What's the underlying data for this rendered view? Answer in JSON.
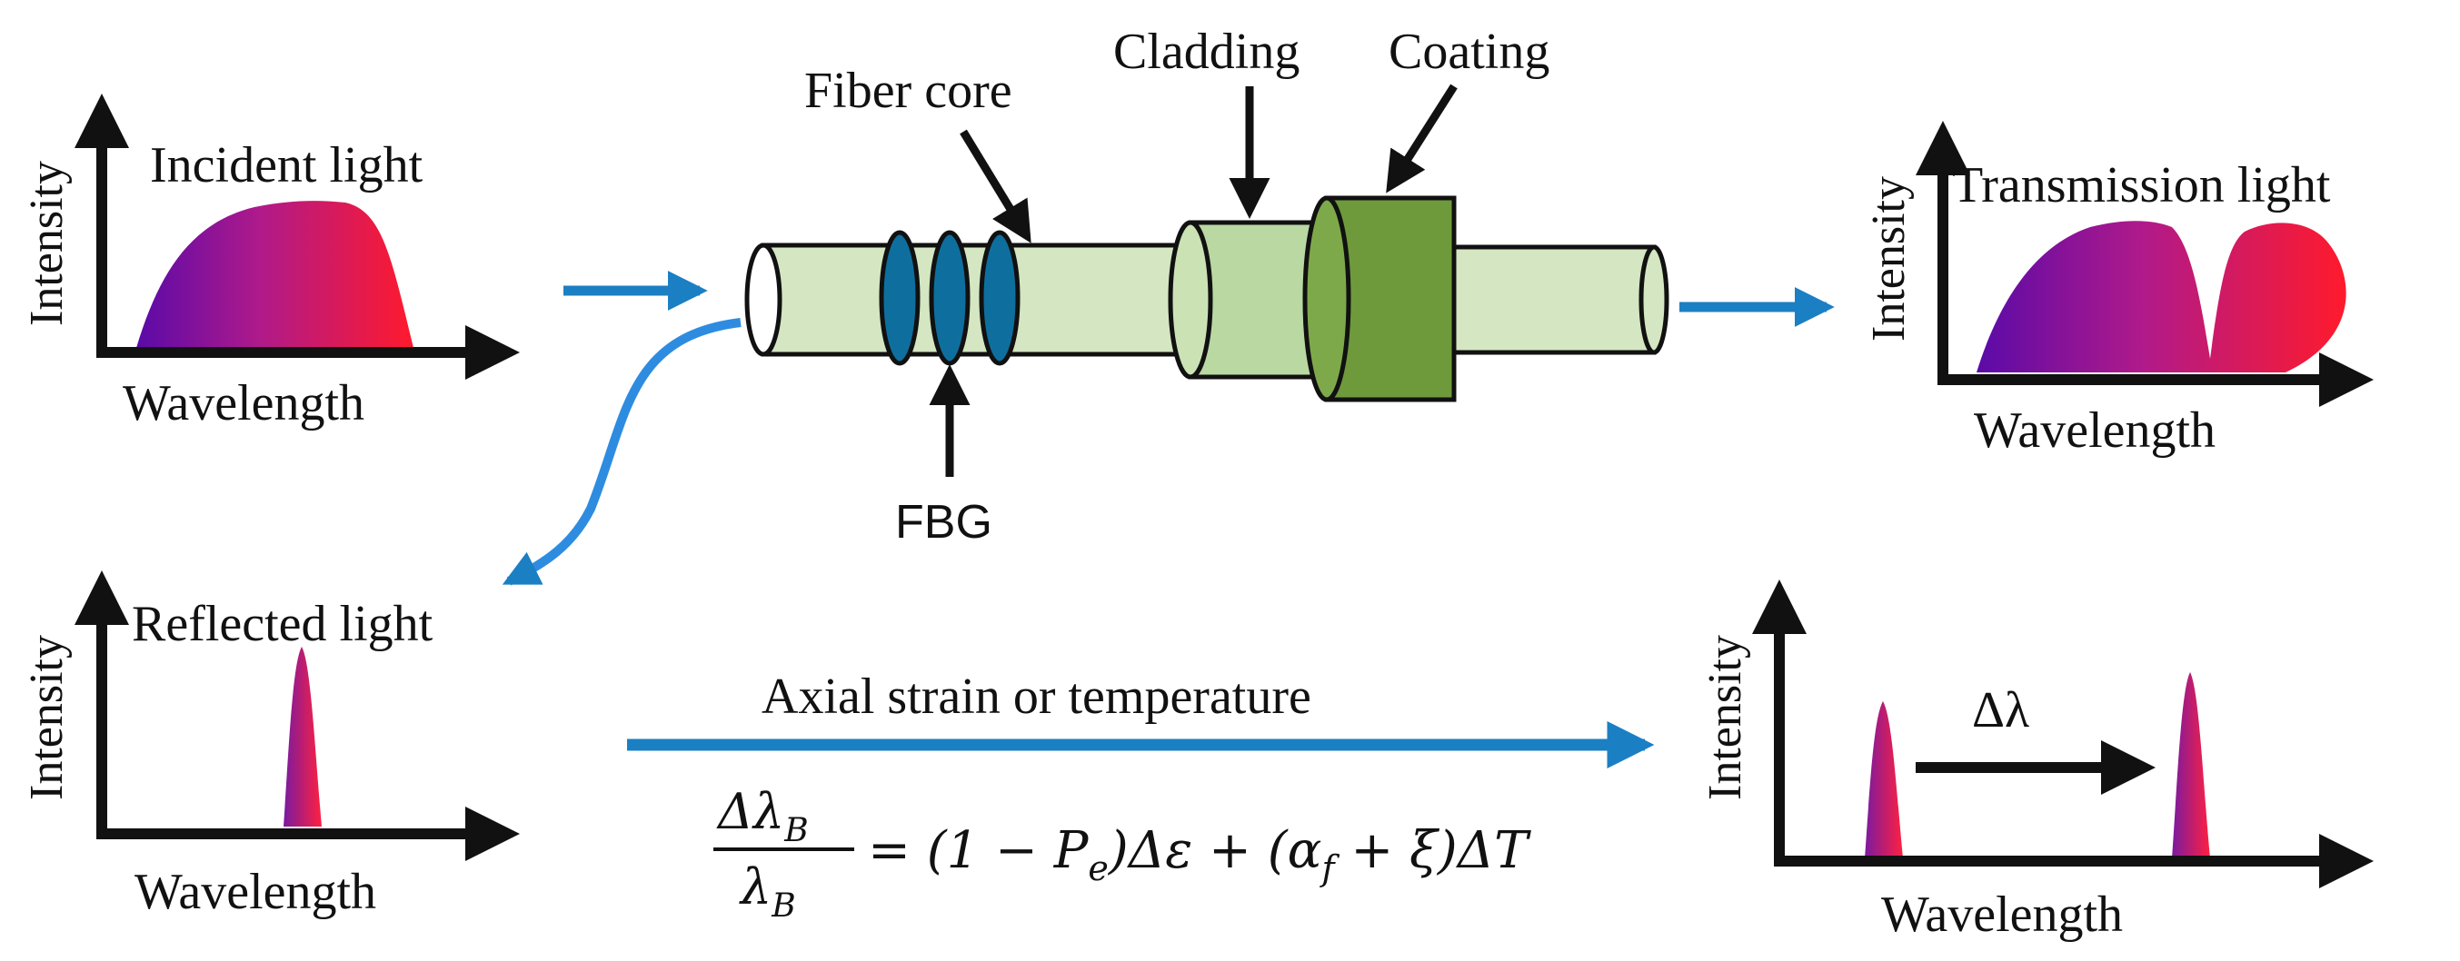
{
  "colors": {
    "arrow_blue": "#1b7fc4",
    "fiber_light": "#d4e6c2",
    "cladding": "#b9d8a2",
    "coating": "#6e9a3c",
    "grating": "#0e6f9f",
    "spectrum_start": "#5a0aa8",
    "spectrum_end": "#ff1a2c"
  },
  "incident": {
    "ylabel": "Intensity",
    "title": "Incident light",
    "xlabel": "Wavelength"
  },
  "transmission": {
    "ylabel": "Intensity",
    "title": "Transmission light",
    "xlabel": "Wavelength"
  },
  "reflected": {
    "ylabel": "Intensity",
    "title": "Reflected light",
    "xlabel": "Wavelength"
  },
  "shifted": {
    "ylabel": "Intensity",
    "xlabel": "Wavelength",
    "shift_label": "Δλ"
  },
  "fiber": {
    "core_label": "Fiber core",
    "cladding_label": "Cladding",
    "coating_label": "Coating",
    "fbg_label": "FBG"
  },
  "process": {
    "label": "Axial strain or temperature"
  },
  "equation": {
    "lhs_num": "Δλ",
    "lhs_num_sub": "B",
    "lhs_den": "λ",
    "lhs_den_sub": "B",
    "rhs_part1": "= (1 − P",
    "rhs_sub1": "e",
    "rhs_part2": ")Δε + (α",
    "rhs_sub2": "f",
    "rhs_part3": " + ξ)ΔT"
  }
}
